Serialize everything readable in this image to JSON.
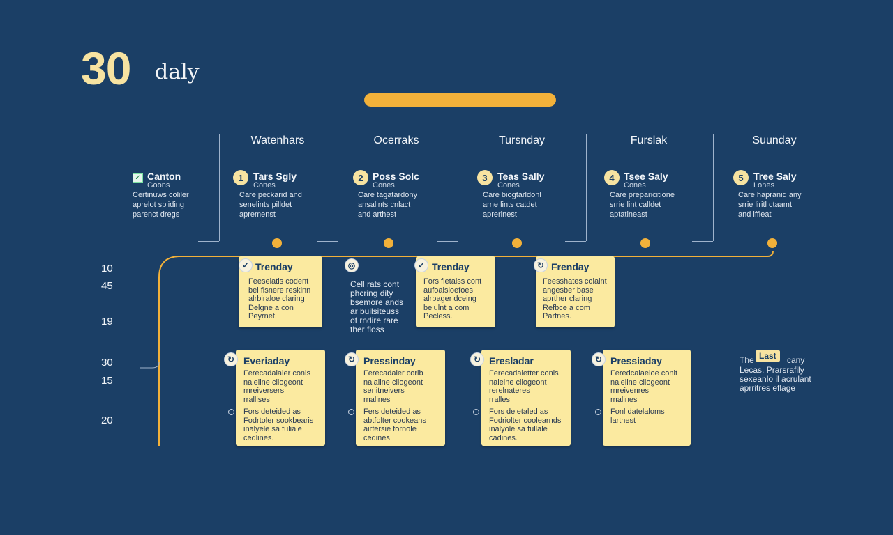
{
  "header": {
    "number": "30",
    "label": "daly"
  },
  "progress": {
    "fraction": 1.0
  },
  "columns": [
    {
      "header": "Watenhars",
      "step": "1",
      "title": "Tars Sgly",
      "sub": "Cones",
      "desc": "Care peckarid and\nsenelints pilldet\napremenst"
    },
    {
      "header": "Ocerraks",
      "step": "2",
      "title": "Poss Solc",
      "sub": "Cones",
      "desc": "Care tagatardony\nansalints cnlact\nand arthest"
    },
    {
      "header": "Tursnday",
      "step": "3",
      "title": "Teas Sally",
      "sub": "Cones",
      "desc": "Care biogtarldonl\narne lints catdet\naprerinest"
    },
    {
      "header": "Furslak",
      "step": "4",
      "title": "Tsee Saly",
      "sub": "Cones",
      "desc": "Care preparicitione\nsrrie lint calldet\naptatineast"
    },
    {
      "header": "Suunday",
      "step": "5",
      "title": "Tree Saly",
      "sub": "Lones",
      "desc": "Care hapranid any\nsrrie liritl ctaamt\nand iffieat"
    }
  ],
  "start": {
    "title": "Canton",
    "sub": "Goons",
    "desc": "Certinuws coliler\naprelot spliding\nparenct dregs"
  },
  "times": [
    "10",
    "45",
    "19",
    "30",
    "15",
    "20"
  ],
  "row1": [
    {
      "marker": "✓",
      "title": "Trenday",
      "text": "Feeselatis codent\nbel fisnere reskinn\nalrbiraloe claring\nDelgne a con\nPeyrnet."
    },
    {
      "marker": "◎",
      "title": "",
      "text": "Cell rats cont\nphcring dity\nbsemore ands\nar builsiteuss\nof rndire rare\nther floss"
    },
    {
      "marker": "✓",
      "title": "Trenday",
      "text": "Fors fietalss cont\naufoalsloefoes\nalrbager dceing\nbelulnt a com\nPecless."
    },
    {
      "marker": "↻",
      "title": "Frenday",
      "text": "Feesshates colaint\nangesber base\naprther claring\nRefbce a com\nPartnes."
    }
  ],
  "row2": [
    {
      "title": "Everiaday",
      "text1": "Ferecadalaler conls\nnaleline cilogeont\nrnreiversers\nrrallises",
      "text2": "Fors deteided as\nFodrtoler sookbearis\ninalyele sa fuliale\ncedlines."
    },
    {
      "title": "Pressinday",
      "text1": "Ferecadaler corlb\nnalaline cilogeont\nsenitneivers\nrnalines",
      "text2": "Fers deteided as\nabtfolter cookeans\nairfersie fornole\ncedines"
    },
    {
      "title": "Eresladar",
      "text1": "Ferecadaletter conls\nnaleine cilogeont\nrerelnateres\nrralles",
      "text2": "Fors deletaled as\nFodriolter coolearnds\ninalyole sa fullale\ncadines."
    },
    {
      "title": "Pressiaday",
      "text1": "Feredcalaeloe conlt\nnaleline cilogeont\nrnreivenres\nrnalines",
      "text2": "Fonl datelaloms\nlartnest"
    }
  ],
  "last": {
    "prefix": "The",
    "badge": "Last",
    "suffix": "cany",
    "text": "Lecas. Prarsrafily\nsexeanlo il acrulant\naprritres eflage"
  },
  "colors": {
    "background": "#1b3f66",
    "accent": "#f2b13a",
    "card": "#fbeaa0"
  }
}
